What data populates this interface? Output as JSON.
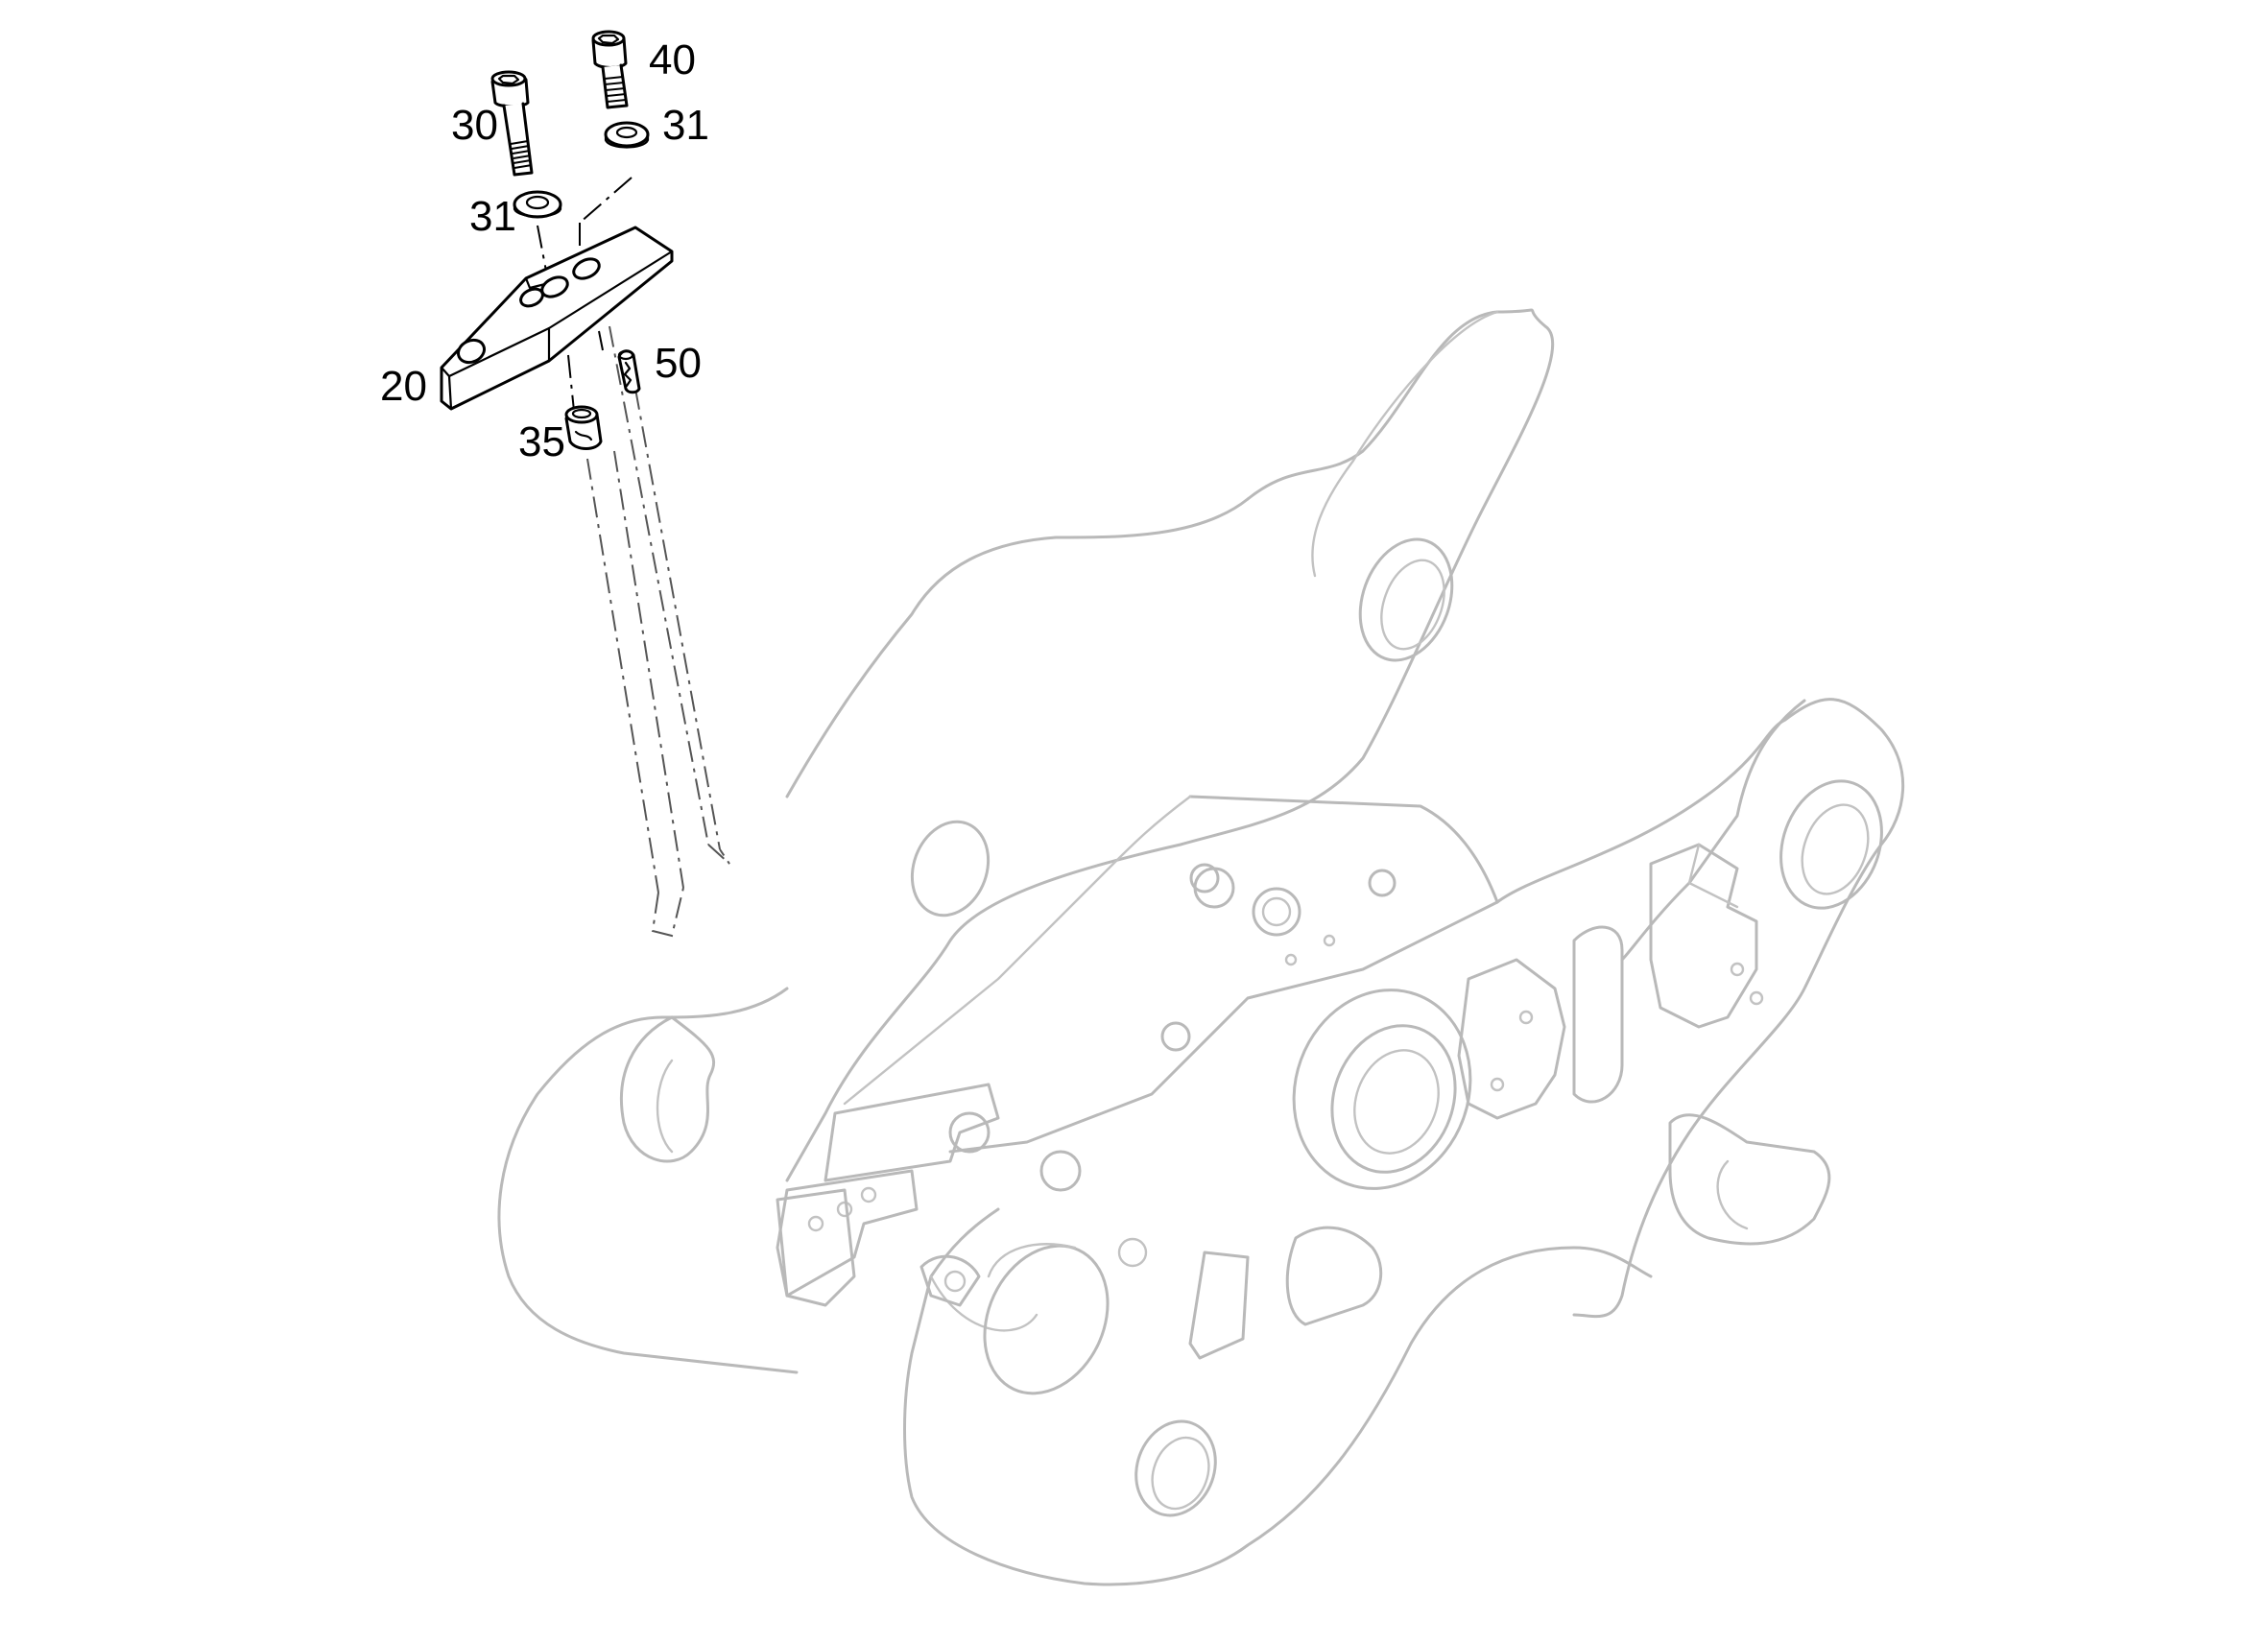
{
  "diagram": {
    "callouts": {
      "c20": "20",
      "c30": "30",
      "c31a": "31",
      "c31b": "31",
      "c35": "35",
      "c40": "40",
      "c50": "50"
    },
    "colors": {
      "parts": "#000000",
      "frame": "#b9b9b9",
      "background": "#ffffff"
    }
  }
}
